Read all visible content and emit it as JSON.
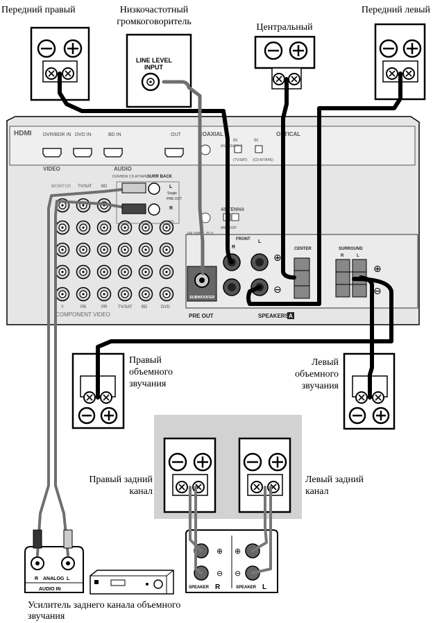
{
  "labels": {
    "front_right": "Передний правый",
    "subwoofer_l1": "Низкочастотный",
    "subwoofer_l2": "громкоговоритель",
    "center": "Центральный",
    "front_left": "Передний левый",
    "surround_right_l1": "Правый",
    "surround_right_l2": "объемного",
    "surround_right_l3": "звучания",
    "surround_left_l1": "Левый",
    "surround_left_l2": "объемного",
    "surround_left_l3": "звучания",
    "rear_right_l1": "Правый задний",
    "rear_right_l2": "канал",
    "rear_left_l1": "Левый задний",
    "rear_left_l2": "канал",
    "amp_l1": "Усилитель заднего канала объемного",
    "amp_l2": "звучания"
  },
  "panel": {
    "hdmi": "HDMI",
    "dvr_bdr_in": "DVR/BDR IN",
    "dvd_in": "DVD IN",
    "bd_in": "BD IN",
    "out": "OUT",
    "coaxial": "COAXIAL",
    "optical": "OPTICAL",
    "assignable": "ASSIGNABLE",
    "in": "IN",
    "tv_sat": "(TV/SAT)",
    "cd_r_tape": "(CD-R/TAPE)",
    "video": "VIDEO",
    "audio": "AUDIO",
    "dvr_bdr": "DVR/BDR",
    "cd_r_tape_short": "CD-R/TAPE",
    "surr_back": "SURR BACK",
    "single": "Single",
    "pre_out_small": "PRE OUT",
    "monitor": "MONITOR",
    "tvsat": "TV/SAT",
    "bd": "BD",
    "dvd": "DVD",
    "cd": "CD",
    "antenna": "ANTENNA",
    "am_loop": "AM LOOP",
    "fm_unbal": "FM UNBAL 75 Ω",
    "front": "FRONT",
    "center": "CENTER",
    "surround": "SURROUND",
    "subwoofer": "SUBWOOFER",
    "pre_out": "PRE OUT",
    "speakers": "SPEAKERS",
    "speakers_badge": "A",
    "component_video": "COMPONENT VIDEO",
    "y": "Y",
    "pb": "PB",
    "pr": "PR",
    "r": "R",
    "l": "L"
  },
  "subwoofer_box": {
    "line1": "LINE LEVEL",
    "line2": "INPUT"
  },
  "amp": {
    "analog": "ANALOG",
    "audio_in": "AUDIO IN",
    "r": "R",
    "l": "L",
    "speaker": "SPEAKER",
    "r_ch": "R",
    "l_ch": "L"
  },
  "symbols": {
    "minus": "⊖",
    "plus": "⊕"
  }
}
